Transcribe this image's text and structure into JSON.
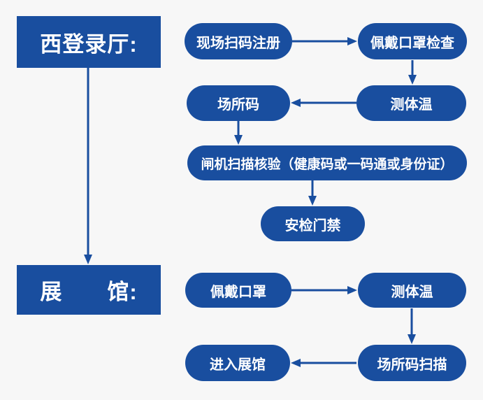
{
  "page": {
    "background": "#f7f7f7",
    "accent": "#194e9f",
    "node_text_color": "#ffffff"
  },
  "sections": {
    "west_hall": {
      "title": "西登录厅:",
      "nodes": {
        "scan_register": "现场扫码注册",
        "mask_check": "佩戴口罩检查",
        "venue_code": "场所码",
        "temperature_check": "测体温",
        "gate_scan_verify": "闸机扫描核验（健康码或一码通或身份证）",
        "security_gate": "安检门禁"
      },
      "edges": [
        {
          "from": "scan_register",
          "to": "mask_check"
        },
        {
          "from": "mask_check",
          "to": "temperature_check"
        },
        {
          "from": "temperature_check",
          "to": "venue_code"
        },
        {
          "from": "venue_code",
          "to": "gate_scan_verify"
        },
        {
          "from": "gate_scan_verify",
          "to": "security_gate"
        }
      ]
    },
    "exhibition_hall": {
      "title": "展　　馆:",
      "nodes": {
        "wear_mask": "佩戴口罩",
        "temperature_check": "测体温",
        "venue_code_scan": "场所码扫描",
        "enter_hall": "进入展馆"
      },
      "edges": [
        {
          "from": "wear_mask",
          "to": "temperature_check"
        },
        {
          "from": "temperature_check",
          "to": "venue_code_scan"
        },
        {
          "from": "venue_code_scan",
          "to": "enter_hall"
        }
      ]
    },
    "section_link": {
      "from": "west_hall",
      "to": "exhibition_hall"
    }
  }
}
